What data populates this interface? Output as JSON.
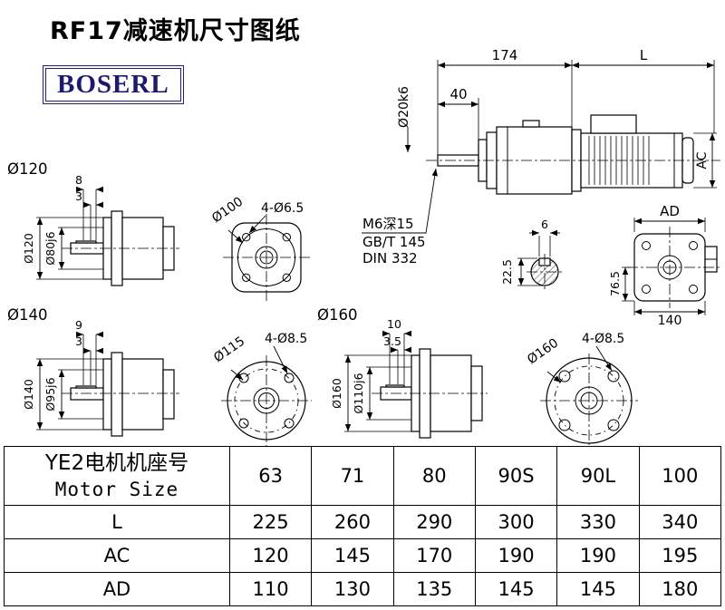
{
  "page": {
    "title": "RF17减速机尺寸图纸",
    "logo": "BOSERL"
  },
  "drawing": {
    "main_view": {
      "dim_length_gear": "174",
      "dim_length_motor": "L",
      "dim_shaft_len": "40",
      "dim_shaft_dia": "Ø20k6",
      "dim_motor_height": "AC",
      "dim_ad": "AD"
    },
    "notes": {
      "tap": "M6深15",
      "std1": "GB/T 145",
      "std2": "DIN 332"
    },
    "shaft_section": {
      "key_width": "6",
      "key_depth": "22.5"
    },
    "motor_rear_view": {
      "dim_height": "76.5",
      "dim_width": "140"
    },
    "view_120": {
      "label": "Ø120",
      "dim_key": "8",
      "dim_step": "3",
      "dim_flange": "Ø120",
      "dim_spigot": "Ø80j6"
    },
    "flange_100": {
      "holes": "4-Ø6.5",
      "bolt_circle": "Ø100"
    },
    "view_140": {
      "label": "Ø140",
      "dim_key": "9",
      "dim_step": "3",
      "dim_flange": "Ø140",
      "dim_spigot": "Ø95j6"
    },
    "flange_115": {
      "holes": "4-Ø8.5",
      "bolt_circle": "Ø115"
    },
    "view_160": {
      "label": "Ø160",
      "dim_key": "10",
      "dim_step": "3.5",
      "dim_flange": "Ø160",
      "dim_spigot": "Ø110j6"
    },
    "flange_160": {
      "holes": "4-Ø8.5",
      "bolt_circle": "Ø160"
    }
  },
  "table": {
    "header_cn": "YE2电机机座号",
    "header_en": "Motor Size",
    "sizes": [
      "63",
      "71",
      "80",
      "90S",
      "90L",
      "100"
    ],
    "rows": [
      {
        "label": "L",
        "values": [
          "225",
          "260",
          "290",
          "300",
          "330",
          "340"
        ]
      },
      {
        "label": "AC",
        "values": [
          "120",
          "145",
          "170",
          "190",
          "190",
          "195"
        ]
      },
      {
        "label": "AD",
        "values": [
          "110",
          "130",
          "135",
          "145",
          "145",
          "180"
        ]
      }
    ]
  }
}
